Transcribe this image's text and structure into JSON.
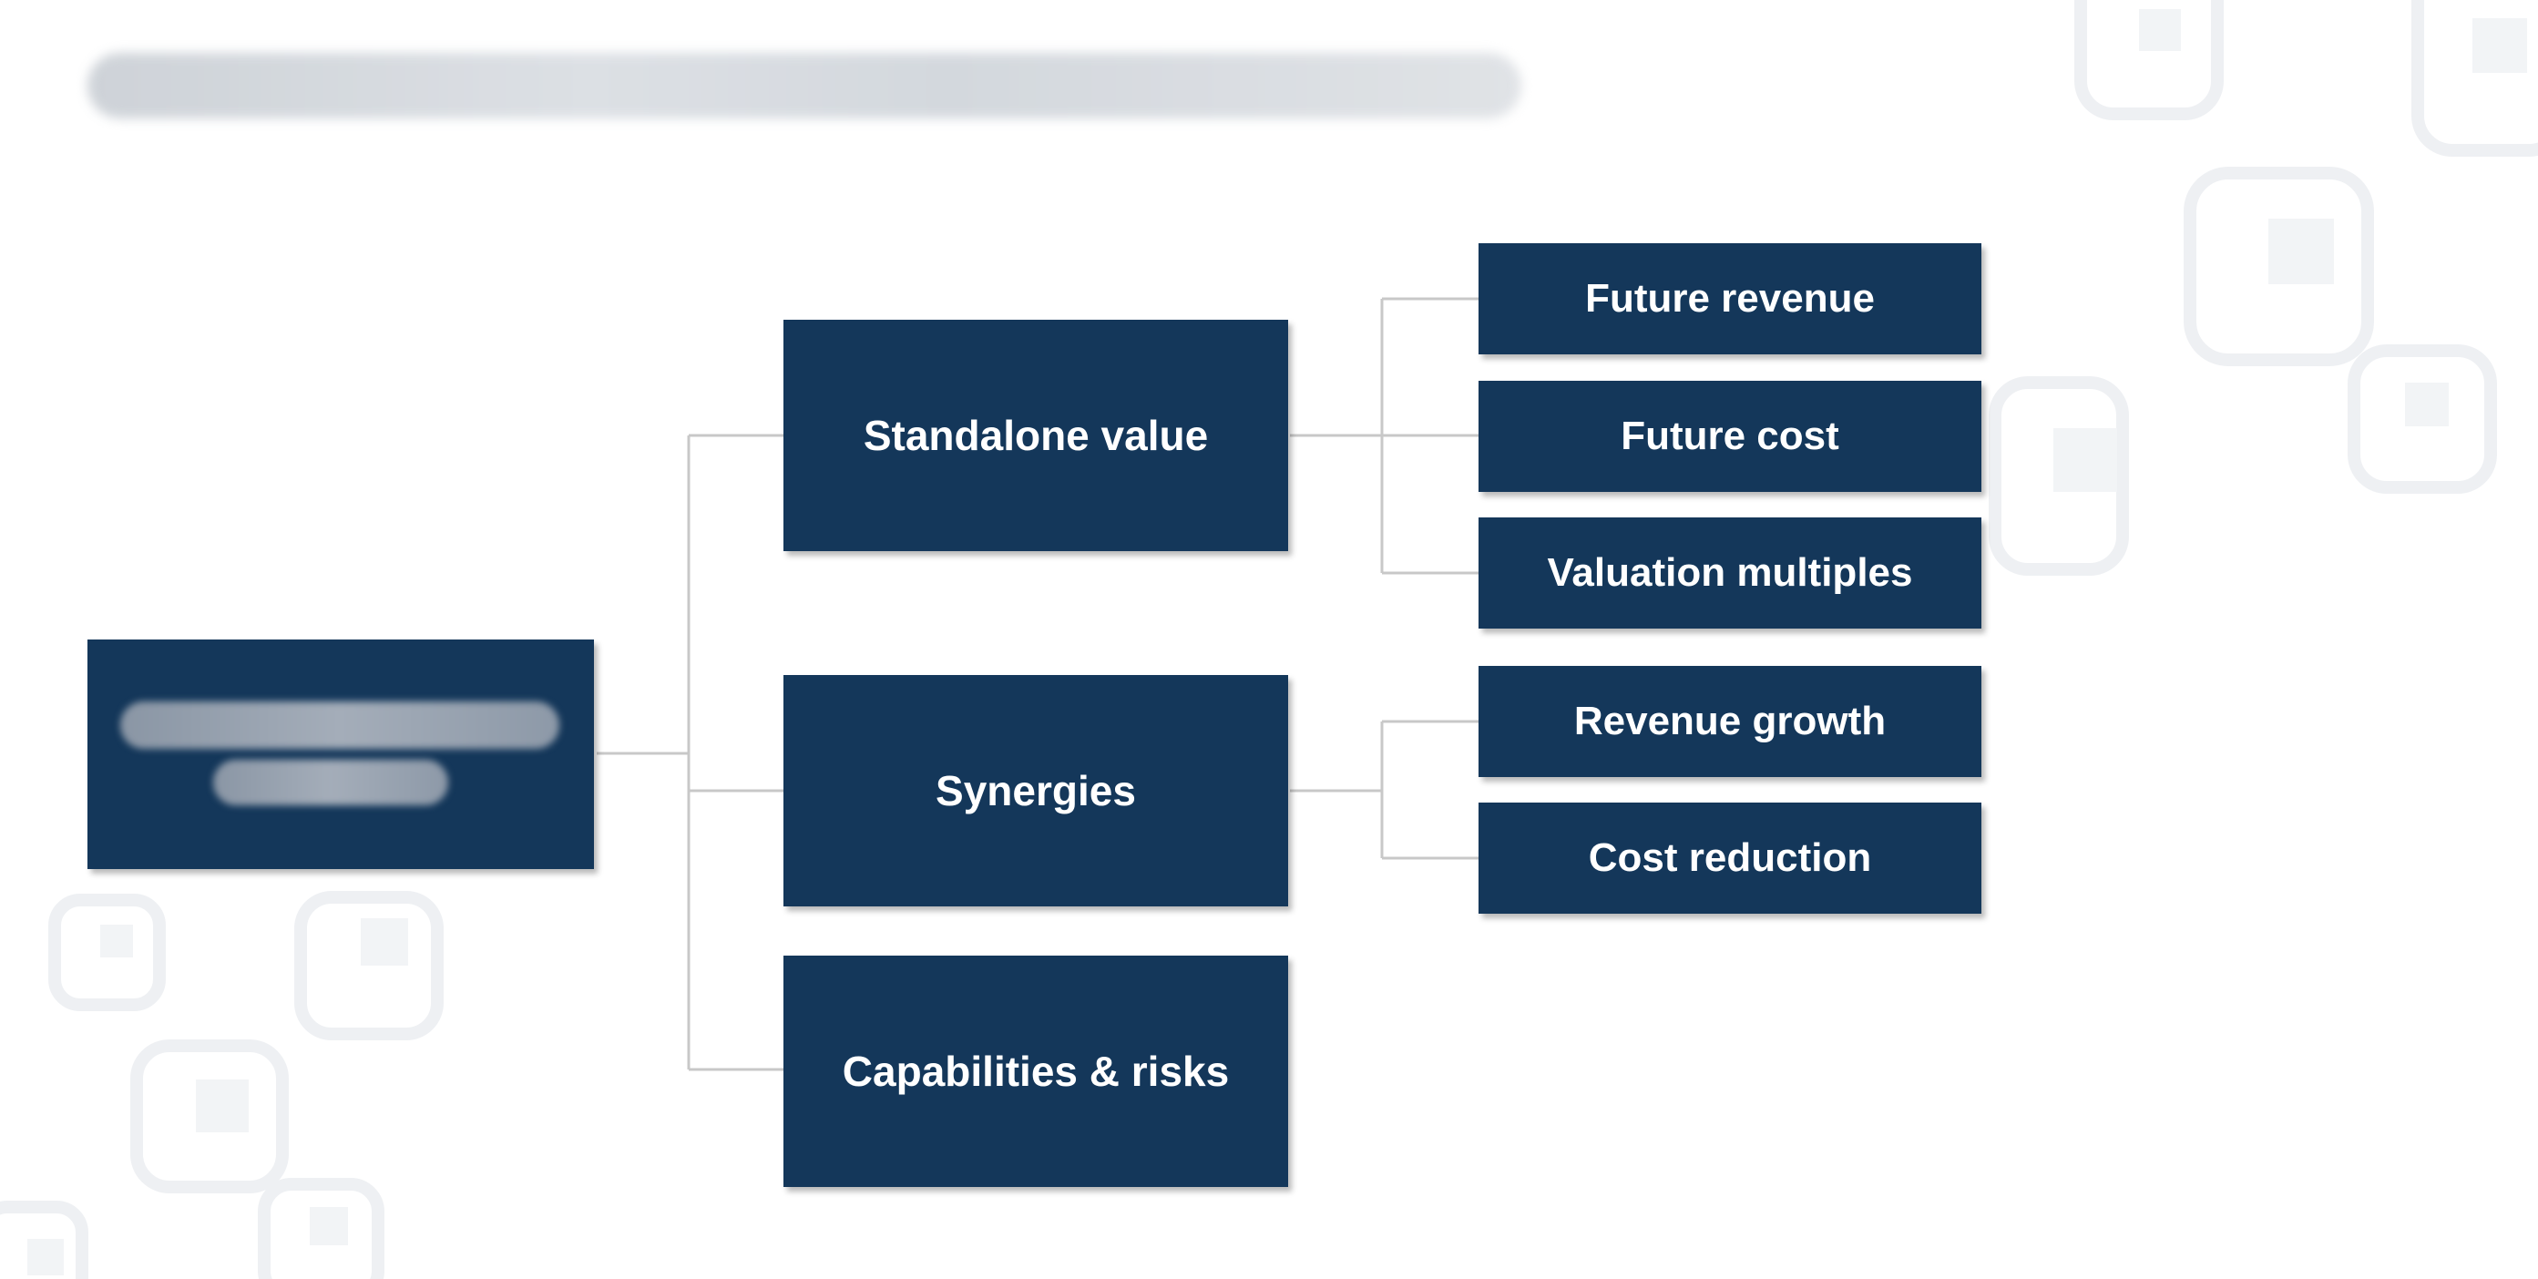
{
  "diagram": {
    "root": {
      "label": ""
    },
    "branches": [
      {
        "label": "Standalone value",
        "children": [
          "Future revenue",
          "Future cost",
          "Valuation multiples"
        ]
      },
      {
        "label": "Synergies",
        "children": [
          "Revenue growth",
          "Cost reduction"
        ]
      },
      {
        "label": "Capabilities & risks",
        "children": []
      }
    ]
  },
  "colors": {
    "node_fill": "#14375a",
    "node_text": "#ffffff",
    "connector": "#c8c8c8",
    "background": "#ffffff",
    "pattern": "#eef0f3"
  }
}
